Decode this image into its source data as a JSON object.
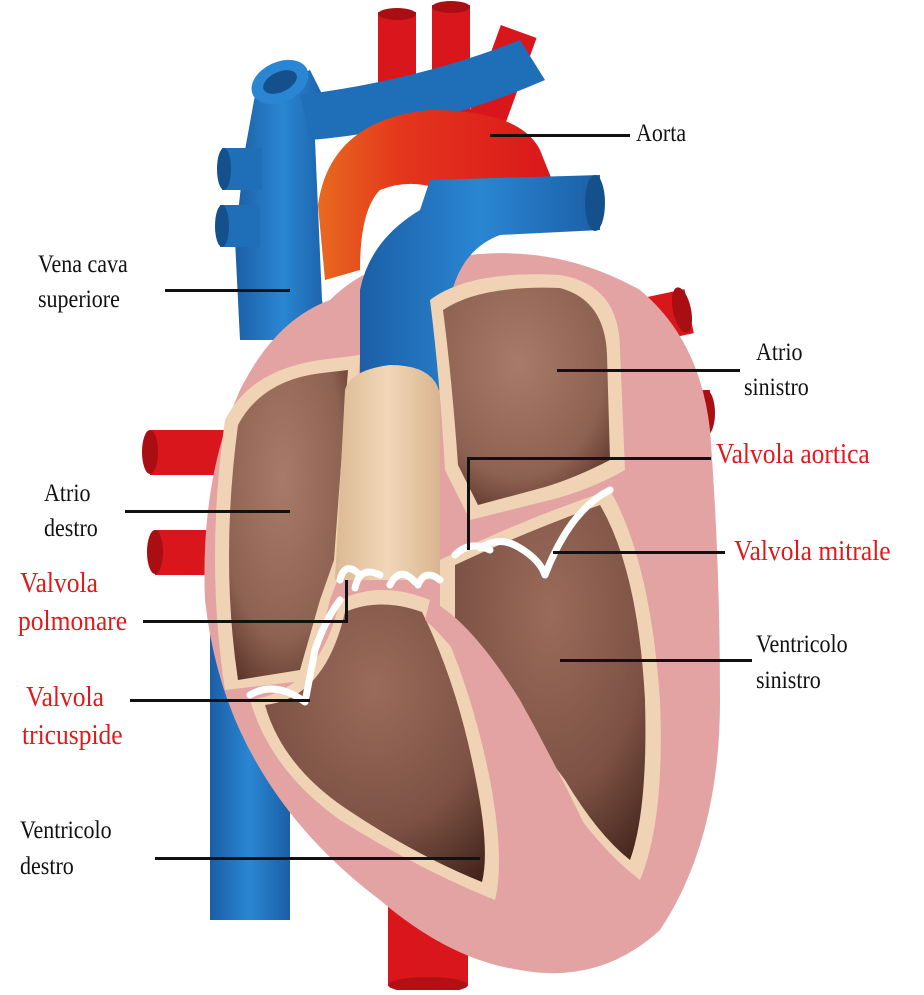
{
  "colors": {
    "label_text": "#111111",
    "valve_label_text": "#e0191c",
    "vein_blue": "#1f6fb8",
    "artery_red": "#d9161b",
    "myocardium_pink": "#e3a3a3",
    "endocardium_tan": "#efd3b4",
    "chamber_brown": "#9e7060",
    "chamber_dark": "#5a3328",
    "valve_white": "#ffffff"
  },
  "labels": {
    "aorta": "Aorta",
    "vena_cava_line1": "Vena cava",
    "vena_cava_line2": "superiore",
    "atrio_sinistro_line1": "Atrio",
    "atrio_sinistro_line2": "sinistro",
    "valvola_aortica": "Valvola aortica",
    "atrio_destro_line1": "Atrio",
    "atrio_destro_line2": "destro",
    "valvola_mitrale": "Valvola mitrale",
    "valvola_polmonare_line1": "Valvola",
    "valvola_polmonare_line2": "polmonare",
    "ventricolo_sinistro_line1": "Ventricolo",
    "ventricolo_sinistro_line2": "sinistro",
    "valvola_tricuspide_line1": "Valvola",
    "valvola_tricuspide_line2": "tricuspide",
    "ventricolo_destro_line1": "Ventricolo",
    "ventricolo_destro_line2": "destro"
  }
}
